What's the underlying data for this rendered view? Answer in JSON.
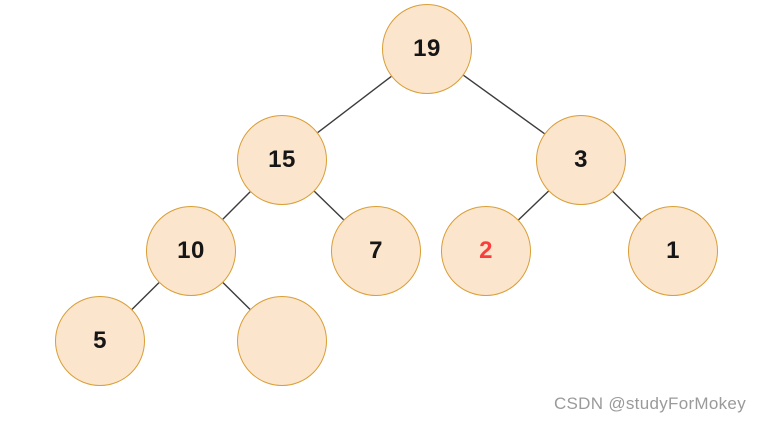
{
  "diagram": {
    "type": "binary-tree",
    "description": "Binary tree with root 19; node 2 highlighted in red; one empty leaf node"
  },
  "nodes": [
    {
      "id": "19",
      "value": "19",
      "level": 1,
      "highlighted": false
    },
    {
      "id": "15",
      "value": "15",
      "level": 2,
      "highlighted": false
    },
    {
      "id": "3",
      "value": "3",
      "level": 2,
      "highlighted": false
    },
    {
      "id": "10",
      "value": "10",
      "level": 3,
      "highlighted": false
    },
    {
      "id": "7",
      "value": "7",
      "level": 3,
      "highlighted": false
    },
    {
      "id": "2",
      "value": "2",
      "level": 3,
      "highlighted": true
    },
    {
      "id": "1",
      "value": "1",
      "level": 3,
      "highlighted": false
    },
    {
      "id": "5",
      "value": "5",
      "level": 4,
      "highlighted": false
    },
    {
      "id": "empty",
      "value": "",
      "level": 4,
      "highlighted": false
    }
  ],
  "edges": [
    {
      "from": "19",
      "to": "15"
    },
    {
      "from": "19",
      "to": "3"
    },
    {
      "from": "15",
      "to": "10"
    },
    {
      "from": "15",
      "to": "7"
    },
    {
      "from": "3",
      "to": "2"
    },
    {
      "from": "3",
      "to": "1"
    },
    {
      "from": "10",
      "to": "5"
    },
    {
      "from": "10",
      "to": "empty"
    }
  ],
  "colors": {
    "node_fill": "#fce5cd",
    "node_border": "#d99e36",
    "edge_color": "#3c3c3c",
    "node_text": "#161616",
    "highlight_red": "#fa3e3e",
    "watermark_gray": "#9a9a9a",
    "canvas_bg": "#ffffff"
  },
  "watermark": {
    "text": "CSDN @studyForMokey"
  }
}
